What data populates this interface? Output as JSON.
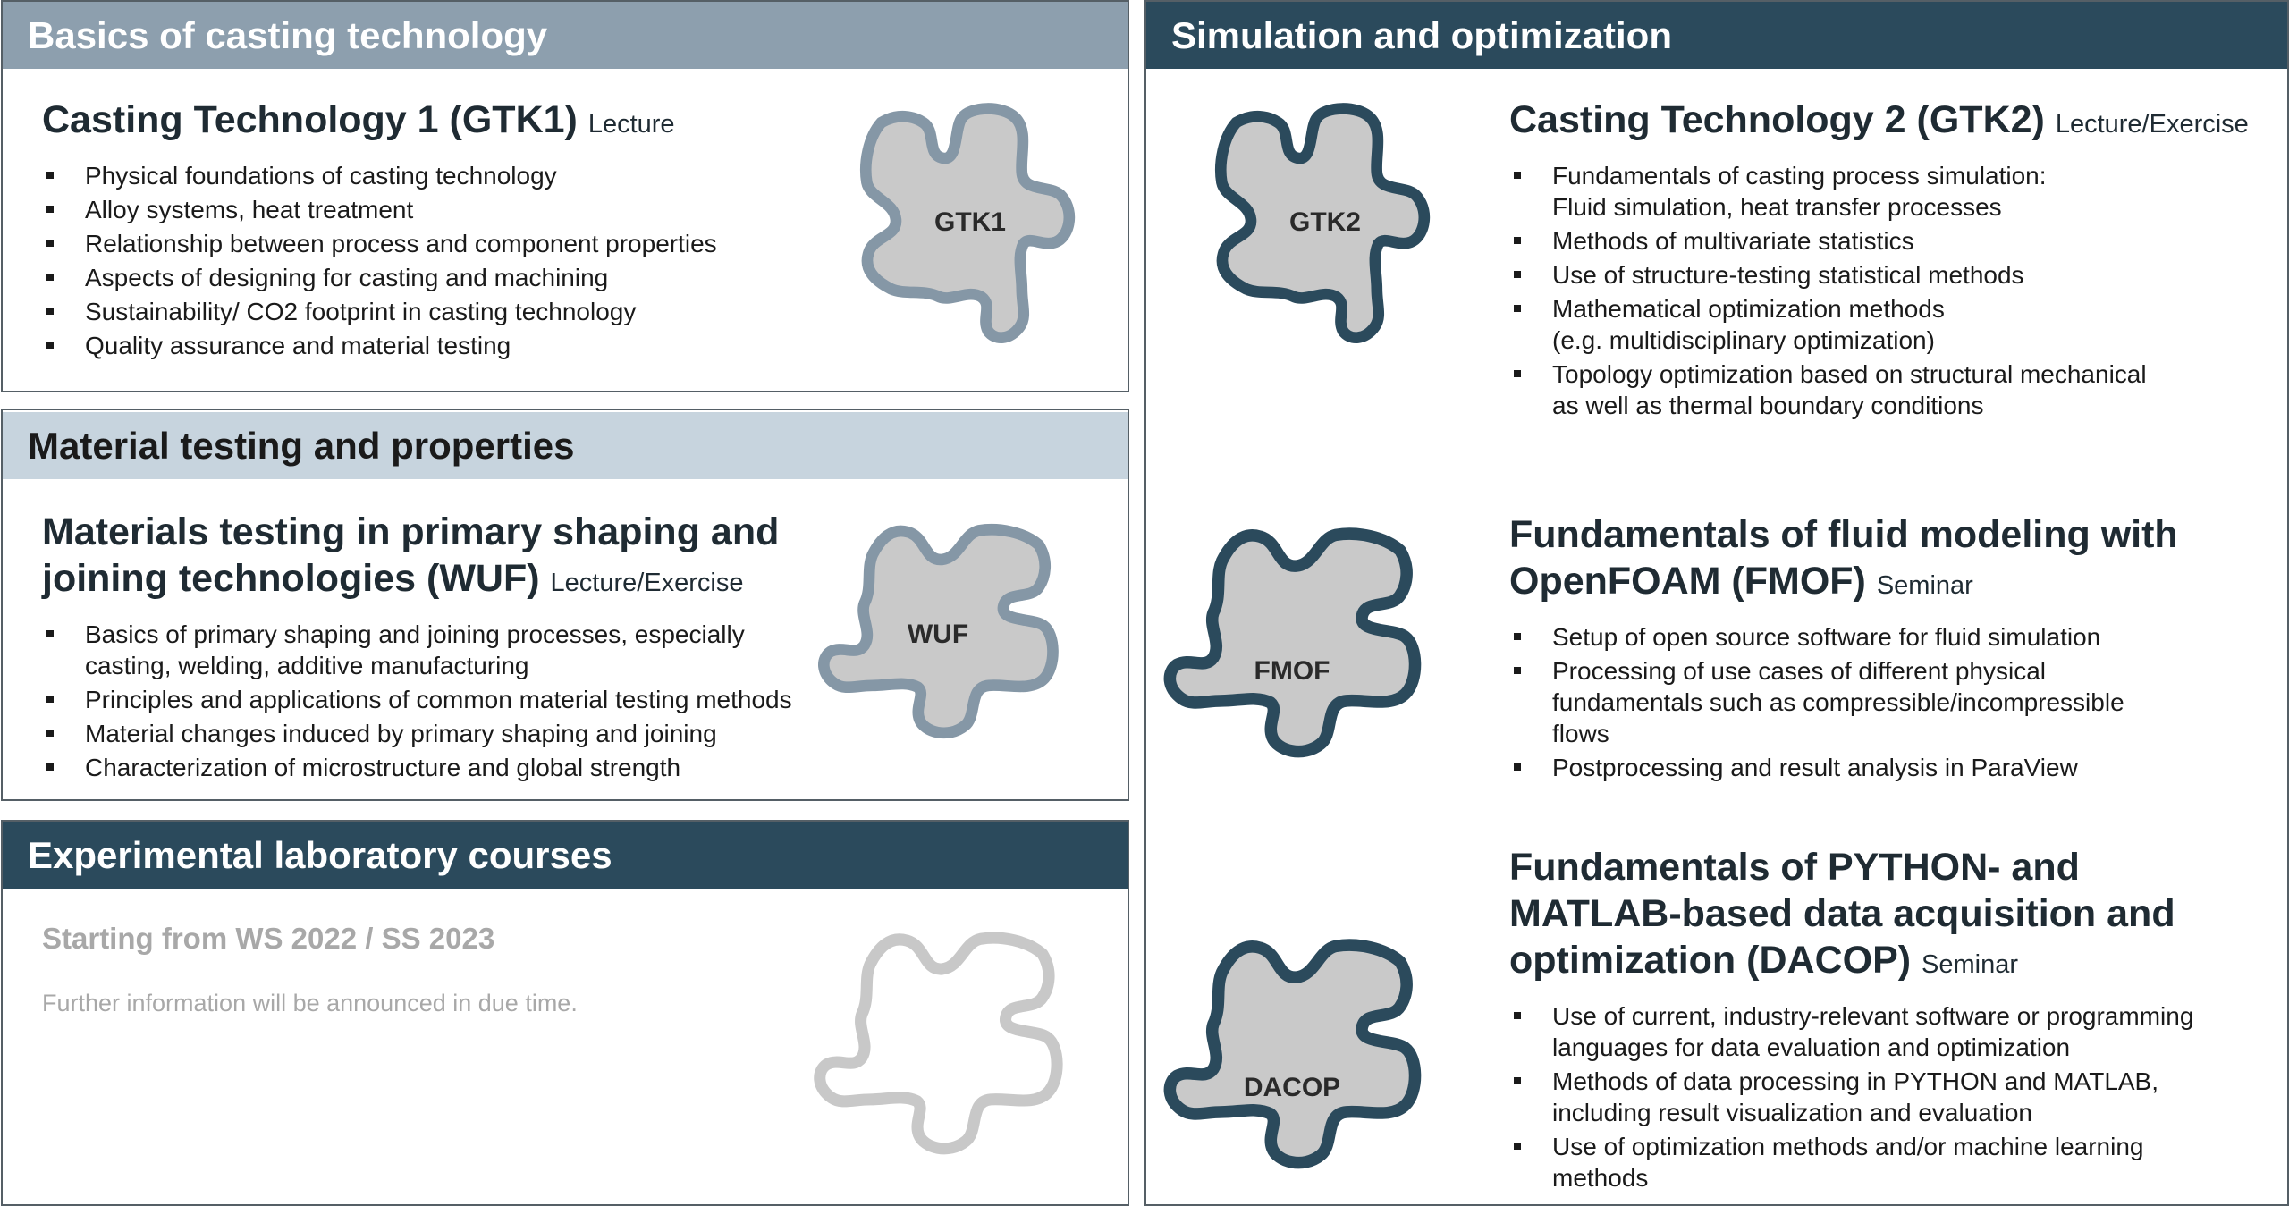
{
  "panels": {
    "basics": {
      "title": "Basics of casting technology"
    },
    "material": {
      "title": "Material testing and properties"
    },
    "lab": {
      "title": "Experimental laboratory courses"
    },
    "simulation": {
      "title": "Simulation and optimization"
    }
  },
  "gtk1": {
    "title": "Casting Technology 1 (GTK1)",
    "type": "Lecture",
    "badge": "GTK1",
    "items": [
      "Physical foundations of casting technology",
      "Alloy systems, heat treatment",
      "Relationship between process and component properties",
      "Aspects of designing for casting and machining",
      "Sustainability/ CO2 footprint in casting technology",
      "Quality assurance and material testing"
    ]
  },
  "wuf": {
    "title_line1": "Materials testing in primary shaping and",
    "title_line2": "joining technologies (WUF)",
    "type": "Lecture/Exercise",
    "badge": "WUF",
    "items": [
      [
        "Basics of primary shaping and joining processes, especially",
        "casting, welding, additive manufacturing"
      ],
      [
        "Principles and applications of common material testing methods"
      ],
      [
        "Material changes induced by primary shaping and joining"
      ],
      [
        "Characterization of microstructure and global strength"
      ]
    ]
  },
  "lab": {
    "heading": "Starting from WS 2022 / SS 2023",
    "note": "Further information will be announced in due time."
  },
  "gtk2": {
    "title": "Casting Technology 2 (GTK2)",
    "type": "Lecture/Exercise",
    "badge": "GTK2",
    "items": [
      [
        "Fundamentals of casting process simulation:",
        "Fluid simulation, heat transfer processes"
      ],
      [
        "Methods of multivariate statistics"
      ],
      [
        "Use of structure-testing statistical methods"
      ],
      [
        "Mathematical optimization methods",
        "(e.g. multidisciplinary optimization)"
      ],
      [
        "Topology optimization based on structural mechanical",
        "as well as thermal boundary conditions"
      ]
    ]
  },
  "fmof": {
    "title_line1": "Fundamentals of fluid modeling with",
    "title_line2": "OpenFOAM (FMOF)",
    "type": "Seminar",
    "badge": "FMOF",
    "items": [
      [
        "Setup of open source software for fluid simulation"
      ],
      [
        "Processing of use cases of different physical",
        "fundamentals such as compressible/incompressible",
        "flows"
      ],
      [
        "Postprocessing and result analysis in ParaView"
      ]
    ]
  },
  "dacop": {
    "title_line1": "Fundamentals of PYTHON- and",
    "title_line2": "MATLAB-based data acquisition and",
    "title_line3": "optimization (DACOP)",
    "type": "Seminar",
    "badge": "DACOP",
    "items": [
      [
        "Use of current, industry-relevant software or programming",
        "languages for data evaluation and optimization"
      ],
      [
        "Methods of data processing in PYTHON and MATLAB,",
        "including result visualization and evaluation"
      ],
      [
        "Use of optimization methods and/or machine learning",
        "methods"
      ]
    ]
  },
  "colors": {
    "puzzle_fill": "#c9c9c9",
    "outline_light": "#8597a6",
    "outline_dark": "#2b4a5c",
    "outline_muted": "#c8c8c8"
  }
}
